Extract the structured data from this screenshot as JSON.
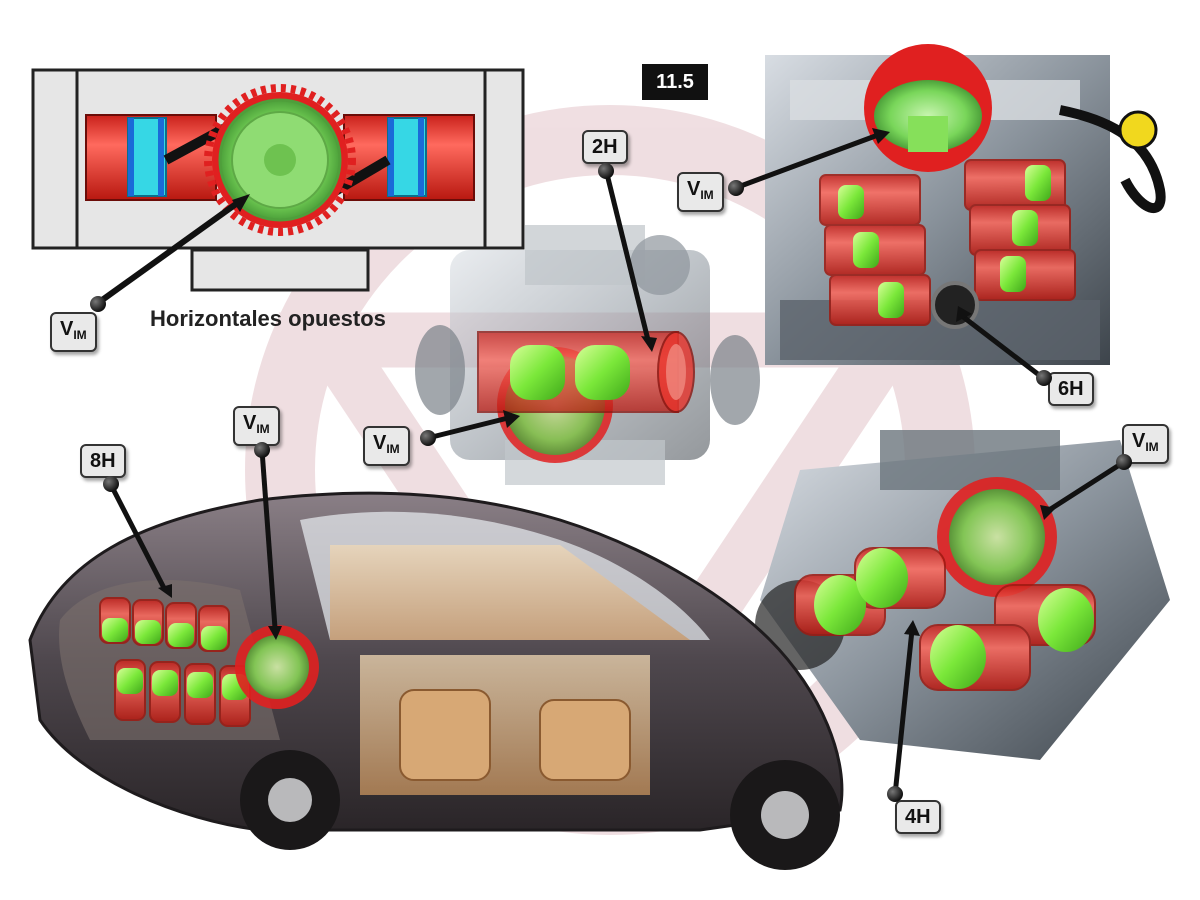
{
  "figure_number": "11.5",
  "caption": "Horizontales opuestos",
  "labels": {
    "v_main": "V",
    "v_sub": "IM",
    "two_h": "2H",
    "four_h": "4H",
    "six_h": "6H",
    "eight_h": "8H"
  },
  "colors": {
    "cylinder_red": "#e8332b",
    "piston_green": "#7be83a",
    "piston_cyan": "#2bd3e0",
    "gear_red": "#e02020",
    "gear_green": "#8ee86a",
    "watermark": "#d9a0a8"
  }
}
